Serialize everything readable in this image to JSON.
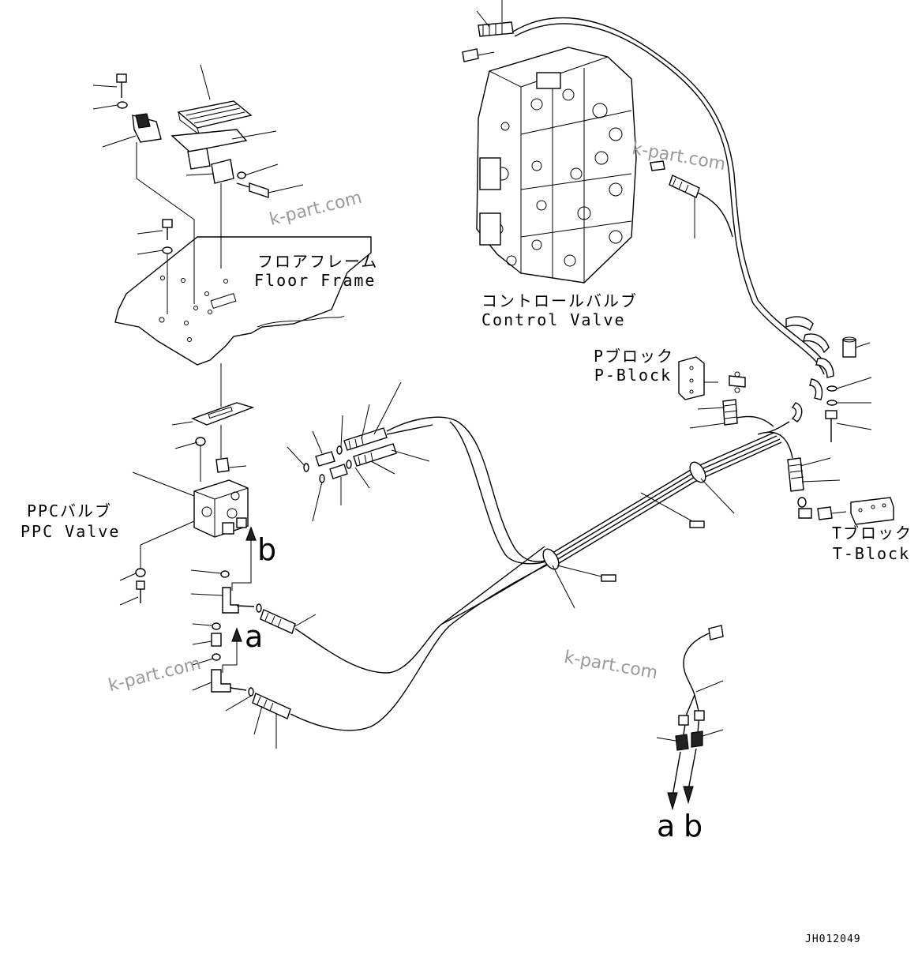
{
  "labels": {
    "floor_frame_jp": "フロアフレーム",
    "floor_frame_en": "Floor Frame",
    "control_valve_jp": "コントロールバルブ",
    "control_valve_en": "Control Valve",
    "p_block_jp": "Pブロック",
    "p_block_en": "P-Block",
    "ppc_valve_jp": "PPCバルブ",
    "ppc_valve_en": "PPC Valve",
    "t_block_jp": "Tブロック",
    "t_block_en": "T-Block"
  },
  "markers": {
    "a_left": "a",
    "b_left": "b",
    "a_right": "a",
    "b_right": "b"
  },
  "watermarks": [
    "k-part.com",
    "k-part.com",
    "k-part.com",
    "k-part.com"
  ],
  "document_id": "JH012049",
  "colors": {
    "line": "#000000",
    "watermark": "#9a9a9a",
    "background": "#ffffff"
  }
}
